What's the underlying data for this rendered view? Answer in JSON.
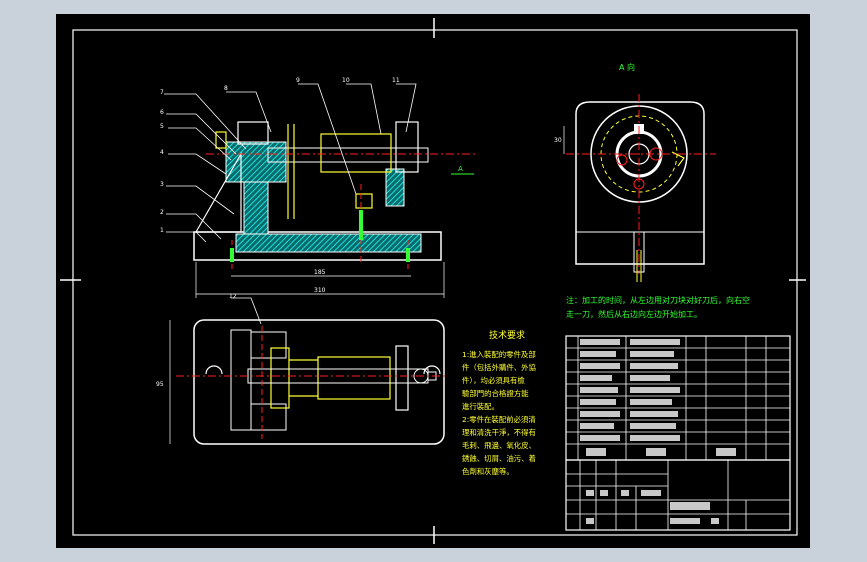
{
  "view_label_a": "A",
  "view_title": "A 向",
  "note": {
    "line1": "注：加工的时间，从左边用对刀块对好刀后，向右空",
    "line2": "走一刀，然后从右边向左边开始加工。"
  },
  "tech_requirements": {
    "title": "技术要求",
    "lines": [
      "1:進入裝配的零件及部",
      "件（包括外購件、外協",
      "件），均必須具有檢",
      "驗部門的合格證方能",
      "進行裝配。",
      "2:零件在裝配前必須清",
      "理和清洗干淨，不得有",
      "毛刺、飛邊、氧化皮、",
      "銹蝕、切屑、油污、着",
      "色劑和灰塵等。"
    ]
  },
  "dimensions": {
    "inner_span": "185",
    "overall_length": "310",
    "height_b": "30",
    "plan_height": "95"
  },
  "leader_labels": [
    "7",
    "6",
    "5",
    "4",
    "3",
    "2",
    "1",
    "8",
    "9",
    "10",
    "11",
    "12"
  ],
  "colors": {
    "border": "#ffffff",
    "hatch": "#17e0e0",
    "yellow": "#ffff33",
    "red": "#ff2020",
    "green": "#33ff33",
    "background_app": "#c9d2db",
    "canvas": "#000000"
  }
}
